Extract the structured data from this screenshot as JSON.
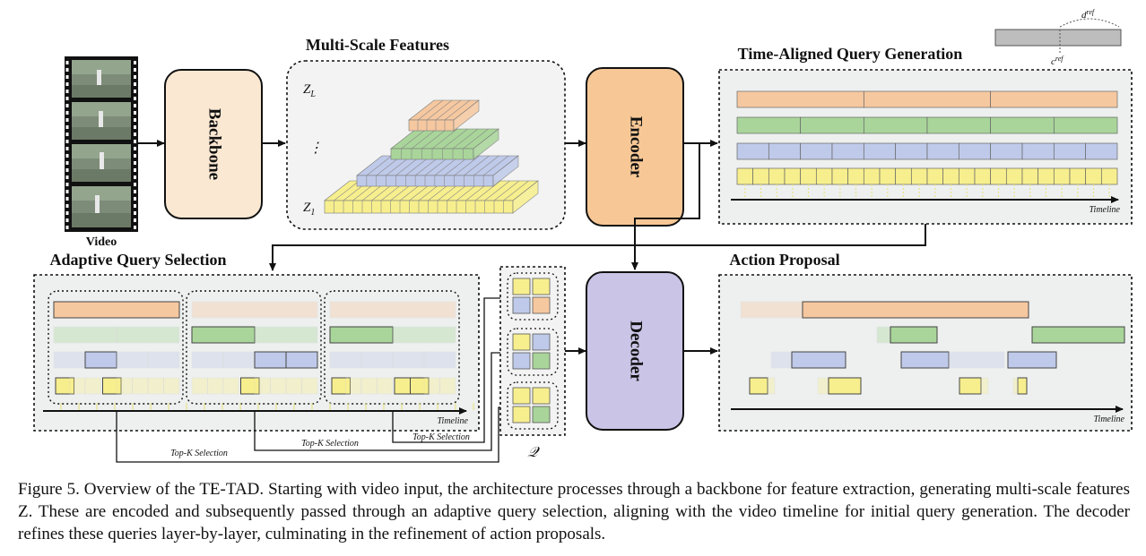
{
  "labels": {
    "video": "Video",
    "backbone": "Backbone",
    "multi_scale": "Multi-Scale Features",
    "zL": "Z",
    "zL_sub": "L",
    "z1": "Z",
    "z1_sub": "1",
    "vdots": "⋮",
    "hdots": "…",
    "encoder": "Encoder",
    "time_aligned": "Time-Aligned Query Generation",
    "d_ref": "d",
    "d_ref_sup": "ref",
    "c_ref": "c",
    "c_ref_sup": "ref",
    "timeline": "Timeline",
    "adaptive": "Adaptive Query Selection",
    "topk": "Top-K Selection",
    "q": "𝒬",
    "decoder": "Decoder",
    "action_proposal": "Action Proposal"
  },
  "colors": {
    "orange": "#f6c8a0",
    "green": "#a9d59a",
    "blue": "#bfcaea",
    "yellow": "#f7ef8e",
    "backbone": "#fbe8d2",
    "encoder": "#f7c896",
    "decoder": "#cac4e6",
    "panel": "#eef0ef"
  },
  "caption": "Figure 5.  Overview of the TE-TAD. Starting with video input, the architecture processes through a backbone for feature extraction, generating multi-scale features Z. These are encoded and subsequently passed through an adaptive query selection, aligning with the video timeline for initial query generation. The decoder refines these queries layer-by-layer, culminating in the refinement of action proposals."
}
